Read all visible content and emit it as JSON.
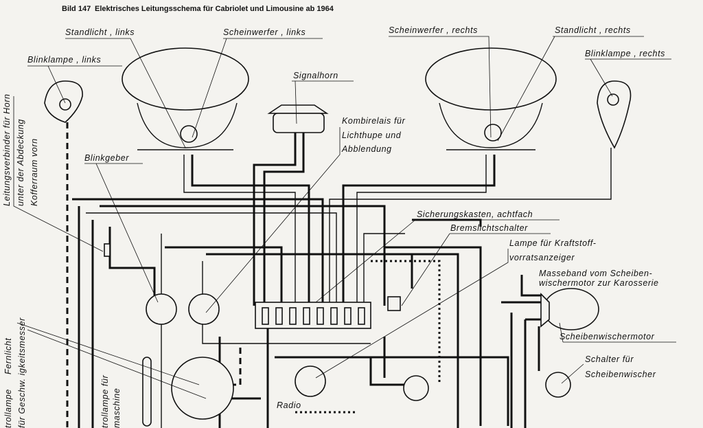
{
  "title": {
    "figure": "Bild 147",
    "text": "Elektrisches Leitungsschema für Cabriolet und Limousine ab 1964"
  },
  "labels": {
    "standlicht_links": "Standlicht , links",
    "scheinwerfer_links": "Scheinwerfer , links",
    "blinklampe_links": "Blinklampe , links",
    "signalhorn": "Signalhorn",
    "kombirelais_1": "Kombirelais für",
    "kombirelais_2": "Lichthupe und",
    "kombirelais_3": "Abblendung",
    "blinkgeber": "Blinkgeber",
    "scheinwerfer_rechts": "Scheinwerfer , rechts",
    "standlicht_rechts": "Standlicht , rechts",
    "blinklampe_rechts": "Blinklampe , rechts",
    "sicherungskasten": "Sicherungskasten, achtfach",
    "bremslichtschalter": "Bremslichtschalter",
    "lampe_kraftstoff_1": "Lampe für Kraftstoff-",
    "lampe_kraftstoff_2": "vorratsanzeiger",
    "masseband_1": "Masseband vom Scheiben-",
    "masseband_2": "wischermotor zur Karosserie",
    "scheibenwischermotor": "Scheibenwischermotor",
    "schalter_1": "Schalter für",
    "schalter_2": "Scheibenwischer",
    "radio": "Radio",
    "leitungsverbinder_1": "Leitungsverbinder für Horn",
    "leitungsverbinder_2": "unter der Abdeckung",
    "leitungsverbinder_3": "Kofferraum vorn",
    "fernlicht_1": "Fernlicht",
    "fernlicht_2": "trollampe",
    "geschw": "für Geschw. igkeitsmesser",
    "lichtmaschine_1": "trollampe für",
    "lichtmaschine_2": "maschine"
  }
}
